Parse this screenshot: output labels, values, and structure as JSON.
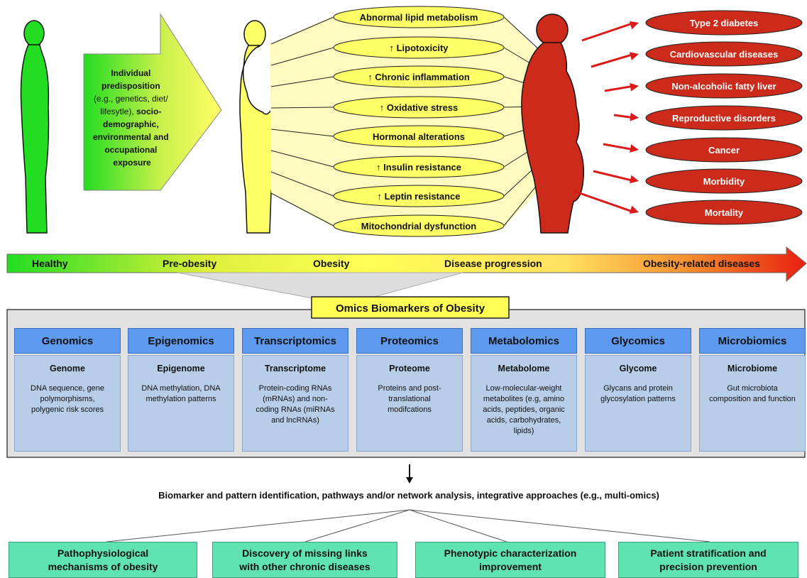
{
  "predisposition": {
    "line1": "Individual",
    "line2": "predisposition",
    "line3": "(e.g., genetics, diet/",
    "line4": "lifesytle),",
    "line4b": " socio-",
    "line5": "demographic,",
    "line6": "environmental and",
    "line7": "occupational",
    "line8": "exposure"
  },
  "mechanisms": [
    "Abnormal lipid metabolism",
    "↑ Lipotoxicity",
    "↑ Chronic inflammation",
    "↑ Oxidative stress",
    "Hormonal alterations",
    "↑ Insulin resistance",
    "↑ Leptin resistance",
    "Mitochondrial dysfunction"
  ],
  "diseases": [
    "Type 2 diabetes",
    "Cardiovascular diseases",
    "Non-alcoholic fatty liver",
    "Reproductive disorders",
    "Cancer",
    "Morbidity",
    "Mortality"
  ],
  "progression": {
    "healthy": "Healthy",
    "pre_obesity": "Pre-obesity",
    "obesity": "Obesity",
    "disease_progression": "Disease progression",
    "obesity_related": "Obesity-related diseases"
  },
  "omics_title": "Omics Biomarkers of Obesity",
  "omics": [
    {
      "name": "Genomics",
      "sub": "Genome",
      "desc": [
        "DNA sequence, gene",
        "polymorphisms,",
        "polygenic risk scores"
      ]
    },
    {
      "name": "Epigenomics",
      "sub": "Epigenome",
      "desc": [
        "DNA methylation, DNA",
        "methylation patterns"
      ]
    },
    {
      "name": "Transcriptomics",
      "sub": "Transcriptome",
      "desc": [
        "Protein-coding RNAs",
        "(mRNAs) and non-",
        "coding RNAs (miRNAs",
        "and lncRNAs)"
      ]
    },
    {
      "name": "Proteomics",
      "sub": "Proteome",
      "desc": [
        "Proteins and post-",
        "translational",
        "modifcations"
      ]
    },
    {
      "name": "Metabolomics",
      "sub": "Metabolome",
      "desc": [
        "Low-molecular-weight",
        "metabolites (e.g, amino",
        "acids, peptides, organic",
        "acids, carbohydrates,",
        "lipids)"
      ]
    },
    {
      "name": "Glycomics",
      "sub": "Glycome",
      "desc": [
        "Glycans and protein",
        "glycosylation patterns"
      ]
    },
    {
      "name": "Microbiomics",
      "sub": "Microbiome",
      "desc": [
        "Gut microbiota",
        "composition and function"
      ]
    }
  ],
  "analysis_text": "Biomarker and pattern identification, pathways and/or network analysis, integrative approaches (e.g., multi-omics)",
  "outcomes": [
    {
      "line1": "Pathophysiological",
      "line2": "mechanisms of obesity"
    },
    {
      "line1": "Discovery of missing links",
      "line2": "with other chronic diseases"
    },
    {
      "line1": "Phenotypic characterization",
      "line2": "improvement"
    },
    {
      "line1": "Patient stratification and",
      "line2": "precision prevention"
    }
  ],
  "colors": {
    "healthy_green": "#22dd22",
    "pre_obesity_yellow": "#ffff66",
    "disease_red": "#cc2a1a",
    "omics_blue": "#5e9bf0",
    "omics_body": "#b8cde8",
    "outcome_green": "#5fe3b2"
  }
}
